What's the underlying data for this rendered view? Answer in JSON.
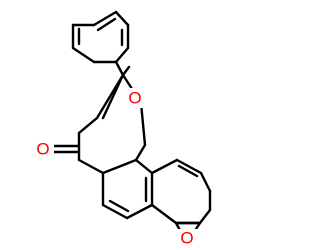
{
  "diagram": {
    "type": "chemical-structure",
    "atom_labels": [
      {
        "id": "O_ketone",
        "text": "O",
        "color": "#ff0000"
      },
      {
        "id": "O_ring",
        "text": "O",
        "color": "#ff0000"
      },
      {
        "id": "O_epoxide",
        "text": "O",
        "color": "#ff0000"
      }
    ],
    "bond_color": "#000000"
  }
}
